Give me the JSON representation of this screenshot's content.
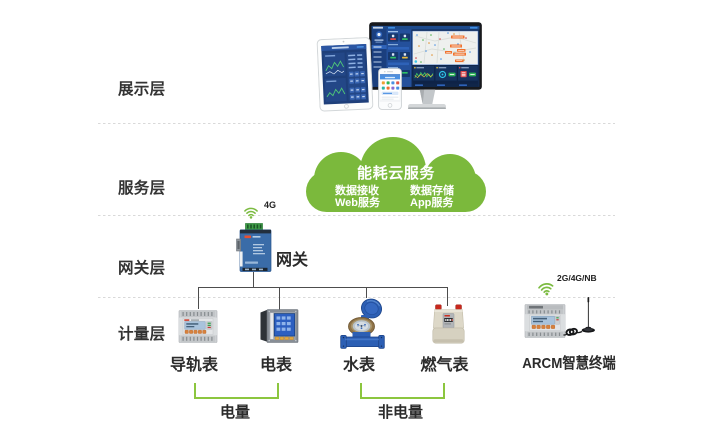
{
  "colors": {
    "background": "#ffffff",
    "cloud_green": "#7bb93c",
    "wifi_green": "#7cbb41",
    "bracket_green": "#8cc63f",
    "connector": "#4d4d4d",
    "divider": "#d9d9d9",
    "text": "#333333"
  },
  "layers": [
    {
      "label": "展示层"
    },
    {
      "label": "服务层"
    },
    {
      "label": "网关层"
    },
    {
      "label": "计量层"
    }
  ],
  "cloud": {
    "title": "能耗云服务",
    "services": {
      "left": [
        "数据接收",
        "Web服务"
      ],
      "right": [
        "数据存储",
        "App服务"
      ]
    }
  },
  "gateway": {
    "label": "网关",
    "network": "4G"
  },
  "metering": {
    "meters": [
      {
        "label": "导轨表"
      },
      {
        "label": "电表"
      },
      {
        "label": "水表"
      },
      {
        "label": "燃气表"
      }
    ],
    "terminal": {
      "label": "ARCM智慧终端",
      "network": "2G/4G/NB"
    },
    "groups": [
      {
        "label": "电量"
      },
      {
        "label": "非电量"
      }
    ]
  }
}
